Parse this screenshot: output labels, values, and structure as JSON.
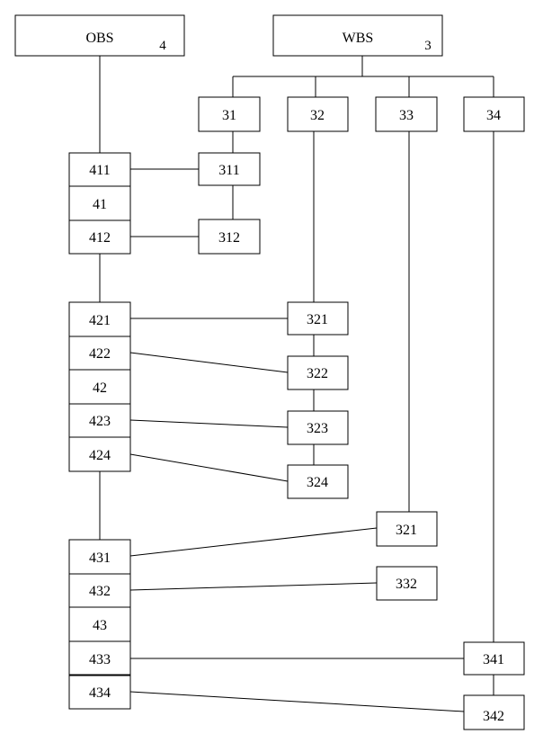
{
  "obs": {
    "title": "OBS",
    "code": "4"
  },
  "wbs": {
    "title": "WBS",
    "code": "3",
    "branches": [
      "31",
      "32",
      "33",
      "34"
    ]
  },
  "obs_boxes": {
    "b411": "411",
    "b41": "41",
    "b412": "412",
    "b421": "421",
    "b422": "422",
    "b42": "42",
    "b423": "423",
    "b424": "424",
    "b431": "431",
    "b432": "432",
    "b43": "43",
    "b433": "433",
    "b434": "434"
  },
  "wbs_boxes": {
    "b311": "311",
    "b312": "312",
    "b321": "321",
    "b322": "322",
    "b323": "323",
    "b324": "324",
    "b331": "321",
    "b332": "332",
    "b341": "341",
    "b342": "342"
  }
}
